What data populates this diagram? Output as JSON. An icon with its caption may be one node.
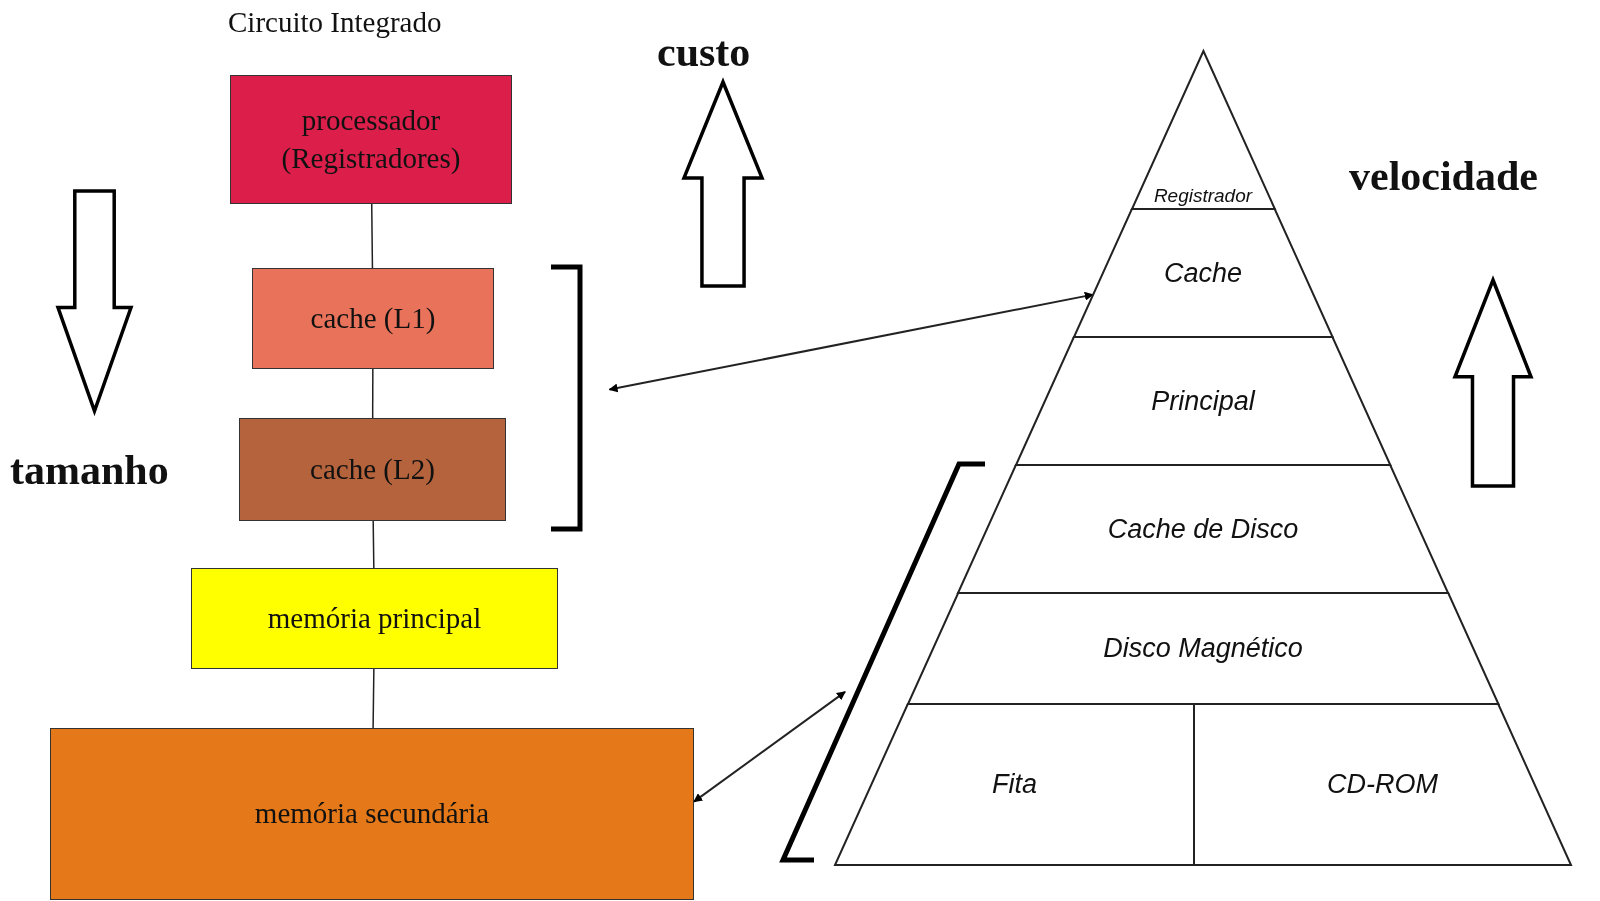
{
  "diagram": {
    "nodes": [
      {
        "text": [
          "processador (Registradores)"
        ]
      },
      {
        "text": [
          "cache (L1)"
        ]
      },
      {
        "text": [
          "cache (L2)"
        ]
      },
      {
        "text": [
          "memória principal"
        ]
      },
      {
        "text": [
          "memória secundária"
        ]
      },
      {
        "text": [],
        "shape": "bracket"
      },
      {
        "text": [
          "Registrador"
        ]
      },
      {
        "text": [
          "Cache"
        ]
      },
      {
        "text": [
          "Principal"
        ]
      },
      {
        "text": [
          "Cache de Disco"
        ]
      },
      {
        "text": [
          "Disco Magnético"
        ]
      },
      {
        "text": [
          "Fita"
        ]
      },
      {
        "text": [
          "CD-ROM"
        ]
      },
      {
        "text": [],
        "shape": "bracket"
      }
    ],
    "edges": [
      {
        "from": 0,
        "to": 1,
        "arrow": "none"
      },
      {
        "from": 1,
        "to": 2,
        "arrow": "none"
      },
      {
        "from": 2,
        "to": 3,
        "arrow": "none"
      },
      {
        "from": 3,
        "to": 4,
        "arrow": "none"
      },
      {
        "from": 5,
        "to": 7,
        "arrow": "both"
      },
      {
        "from": 4,
        "to": 13,
        "arrow": "both"
      }
    ],
    "labels": [
      "Circuito Integrado",
      "custo",
      "velocidade",
      "tamanho"
    ]
  }
}
